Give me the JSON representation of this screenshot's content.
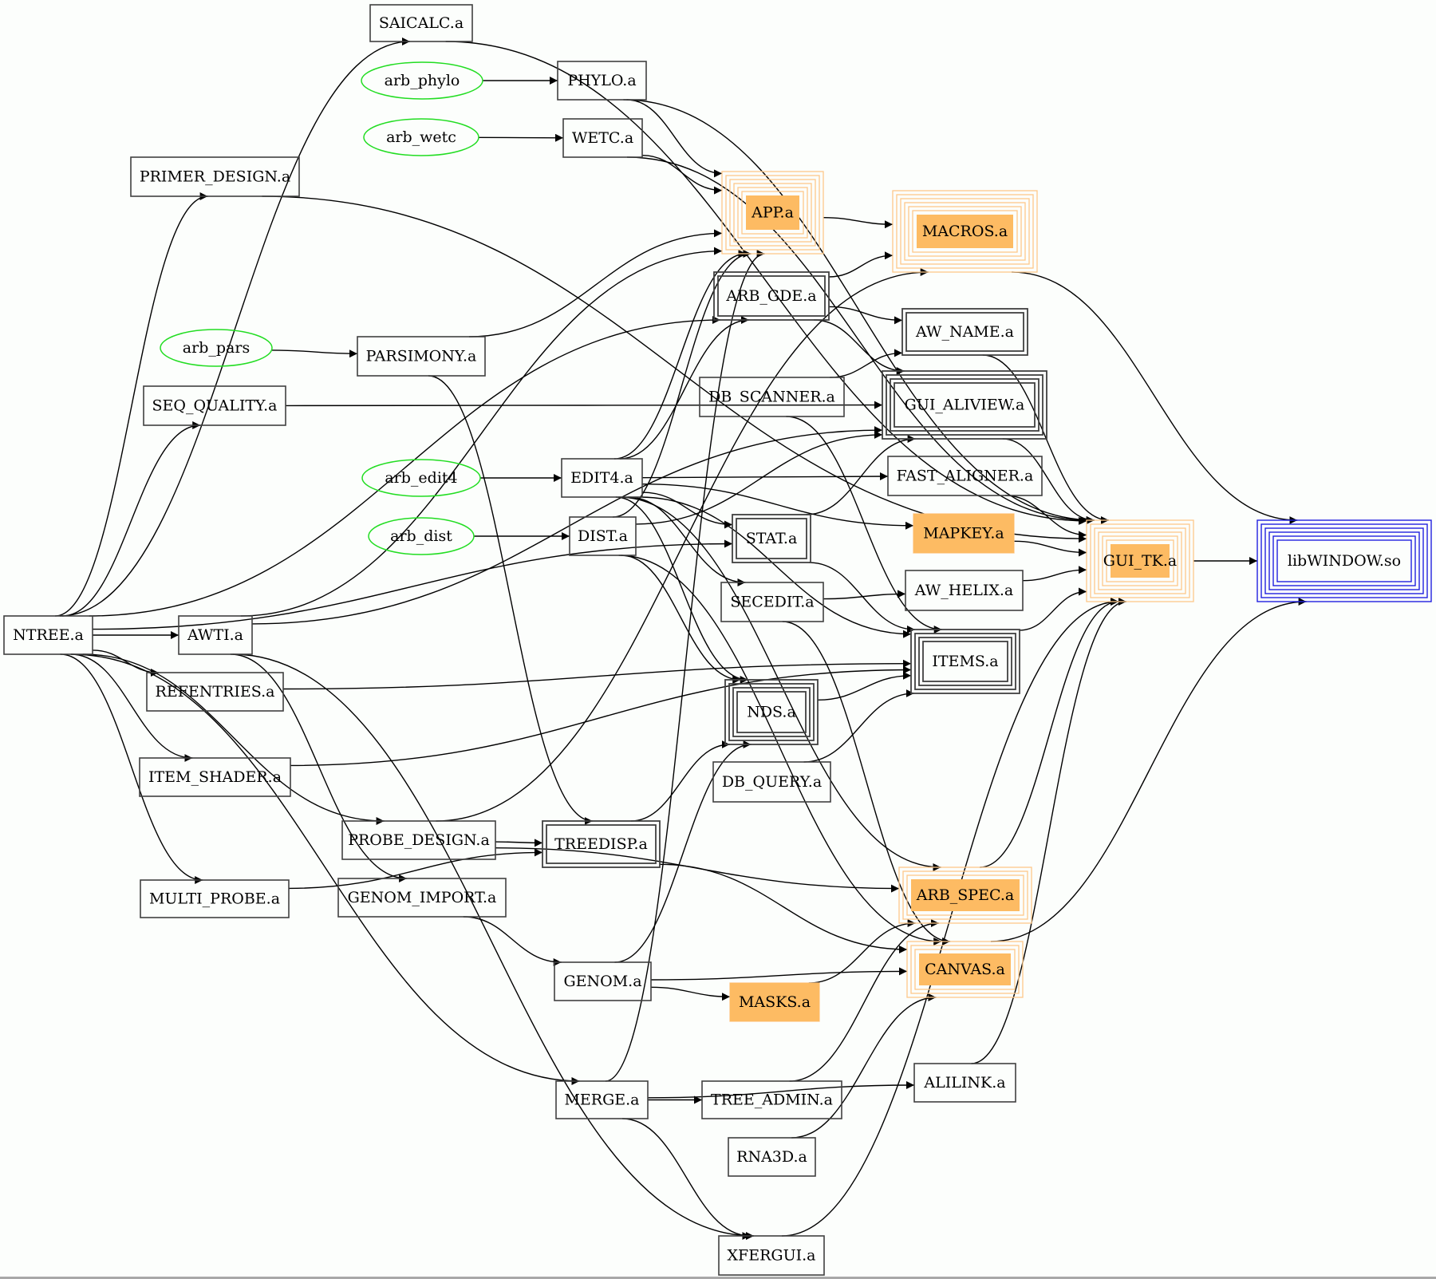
{
  "graph": {
    "title": "ARB library dependency graph",
    "colors": {
      "background": "#fcfefc",
      "edge": "#000000",
      "box_border": "#404040",
      "entry_ellipse": "#22dd22",
      "orange_fill": "#fdbb63",
      "orange_border": "#fdbb63",
      "blue_border": "#2020e0"
    },
    "nodes": [
      {
        "id": "SAICALC",
        "label": "SAICALC.a",
        "kind": "box",
        "rings": 1
      },
      {
        "id": "arb_phylo",
        "label": "arb_phylo",
        "kind": "entry"
      },
      {
        "id": "PHYLO",
        "label": "PHYLO.a",
        "kind": "box",
        "rings": 1
      },
      {
        "id": "arb_wetc",
        "label": "arb_wetc",
        "kind": "entry"
      },
      {
        "id": "WETC",
        "label": "WETC.a",
        "kind": "box",
        "rings": 1
      },
      {
        "id": "PRIMER_DESIGN",
        "label": "PRIMER_DESIGN.a",
        "kind": "box",
        "rings": 1
      },
      {
        "id": "APP",
        "label": "APP.a",
        "kind": "orange",
        "rings": 6
      },
      {
        "id": "MACROS",
        "label": "MACROS.a",
        "kind": "orange",
        "rings": 6
      },
      {
        "id": "ARB_GDE",
        "label": "ARB_GDE.a",
        "kind": "box",
        "rings": 2
      },
      {
        "id": "AW_NAME",
        "label": "AW_NAME.a",
        "kind": "box",
        "rings": 2
      },
      {
        "id": "arb_pars",
        "label": "arb_pars",
        "kind": "entry"
      },
      {
        "id": "PARSIMONY",
        "label": "PARSIMONY.a",
        "kind": "box",
        "rings": 1
      },
      {
        "id": "SEQ_QUALITY",
        "label": "SEQ_QUALITY.a",
        "kind": "box",
        "rings": 1
      },
      {
        "id": "DB_SCANNER",
        "label": "DB_SCANNER.a",
        "kind": "box",
        "rings": 1
      },
      {
        "id": "GUI_ALIVIEW",
        "label": "GUI_ALIVIEW.a",
        "kind": "box",
        "rings": 4
      },
      {
        "id": "arb_edit4",
        "label": "arb_edit4",
        "kind": "entry"
      },
      {
        "id": "EDIT4",
        "label": "EDIT4.a",
        "kind": "box",
        "rings": 1
      },
      {
        "id": "FAST_ALIGNER",
        "label": "FAST_ALIGNER.a",
        "kind": "box",
        "rings": 1
      },
      {
        "id": "arb_dist",
        "label": "arb_dist",
        "kind": "entry"
      },
      {
        "id": "DIST",
        "label": "DIST.a",
        "kind": "box",
        "rings": 1
      },
      {
        "id": "STAT",
        "label": "STAT.a",
        "kind": "box",
        "rings": 2
      },
      {
        "id": "MAPKEY",
        "label": "MAPKEY.a",
        "kind": "orange",
        "rings": 1
      },
      {
        "id": "GUI_TK",
        "label": "GUI_TK.a",
        "kind": "orange",
        "rings": 6
      },
      {
        "id": "libWINDOW",
        "label": "libWINDOW.so",
        "kind": "blue",
        "rings": 6
      },
      {
        "id": "SECEDIT",
        "label": "SECEDIT.a",
        "kind": "box",
        "rings": 1
      },
      {
        "id": "AW_HELIX",
        "label": "AW_HELIX.a",
        "kind": "box",
        "rings": 1
      },
      {
        "id": "NTREE",
        "label": "NTREE.a",
        "kind": "box",
        "rings": 1
      },
      {
        "id": "AWTI",
        "label": "AWTI.a",
        "kind": "box",
        "rings": 1
      },
      {
        "id": "ITEMS",
        "label": "ITEMS.a",
        "kind": "box",
        "rings": 4
      },
      {
        "id": "REFENTRIES",
        "label": "REFENTRIES.a",
        "kind": "box",
        "rings": 1
      },
      {
        "id": "NDS",
        "label": "NDS.a",
        "kind": "box",
        "rings": 4
      },
      {
        "id": "DB_QUERY",
        "label": "DB_QUERY.a",
        "kind": "box",
        "rings": 1
      },
      {
        "id": "ITEM_SHADER",
        "label": "ITEM_SHADER.a",
        "kind": "box",
        "rings": 1
      },
      {
        "id": "PROBE_DESIGN",
        "label": "PROBE_DESIGN.a",
        "kind": "box",
        "rings": 1
      },
      {
        "id": "TREEDISP",
        "label": "TREEDISP.a",
        "kind": "box",
        "rings": 2
      },
      {
        "id": "ARB_SPEC",
        "label": "ARB_SPEC.a",
        "kind": "orange",
        "rings": 3
      },
      {
        "id": "MULTI_PROBE",
        "label": "MULTI_PROBE.a",
        "kind": "box",
        "rings": 1
      },
      {
        "id": "GENOM_IMPORT",
        "label": "GENOM_IMPORT.a",
        "kind": "box",
        "rings": 1
      },
      {
        "id": "CANVAS",
        "label": "CANVAS.a",
        "kind": "orange",
        "rings": 3
      },
      {
        "id": "GENOM",
        "label": "GENOM.a",
        "kind": "box",
        "rings": 1
      },
      {
        "id": "MASKS",
        "label": "MASKS.a",
        "kind": "orange",
        "rings": 1
      },
      {
        "id": "ALILINK",
        "label": "ALILINK.a",
        "kind": "box",
        "rings": 1
      },
      {
        "id": "MERGE",
        "label": "MERGE.a",
        "kind": "box",
        "rings": 1
      },
      {
        "id": "TREE_ADMIN",
        "label": "TREE_ADMIN.a",
        "kind": "box",
        "rings": 1
      },
      {
        "id": "RNA3D",
        "label": "RNA3D.a",
        "kind": "box",
        "rings": 1
      },
      {
        "id": "XFERGUI",
        "label": "XFERGUI.a",
        "kind": "box",
        "rings": 1
      }
    ],
    "edges": [
      [
        "arb_phylo",
        "PHYLO"
      ],
      [
        "arb_wetc",
        "WETC"
      ],
      [
        "arb_pars",
        "PARSIMONY"
      ],
      [
        "arb_edit4",
        "EDIT4"
      ],
      [
        "arb_dist",
        "DIST"
      ],
      [
        "NTREE",
        "SAICALC"
      ],
      [
        "NTREE",
        "PRIMER_DESIGN"
      ],
      [
        "NTREE",
        "ARB_GDE"
      ],
      [
        "NTREE",
        "SEQ_QUALITY"
      ],
      [
        "NTREE",
        "AWTI"
      ],
      [
        "NTREE",
        "REFENTRIES"
      ],
      [
        "NTREE",
        "ITEM_SHADER"
      ],
      [
        "NTREE",
        "PROBE_DESIGN"
      ],
      [
        "NTREE",
        "MULTI_PROBE"
      ],
      [
        "NTREE",
        "MERGE"
      ],
      [
        "NTREE",
        "STAT"
      ],
      [
        "SAICALC",
        "GUI_TK"
      ],
      [
        "PHYLO",
        "GUI_TK"
      ],
      [
        "PHYLO",
        "APP"
      ],
      [
        "WETC",
        "GUI_TK"
      ],
      [
        "WETC",
        "APP"
      ],
      [
        "PRIMER_DESIGN",
        "GUI_TK"
      ],
      [
        "APP",
        "MACROS"
      ],
      [
        "MACROS",
        "libWINDOW"
      ],
      [
        "ARB_GDE",
        "MACROS"
      ],
      [
        "ARB_GDE",
        "AW_NAME"
      ],
      [
        "ARB_GDE",
        "GUI_ALIVIEW"
      ],
      [
        "AW_NAME",
        "GUI_TK"
      ],
      [
        "PARSIMONY",
        "APP"
      ],
      [
        "PARSIMONY",
        "TREEDISP"
      ],
      [
        "SEQ_QUALITY",
        "GUI_ALIVIEW"
      ],
      [
        "DB_SCANNER",
        "AW_NAME"
      ],
      [
        "DB_SCANNER",
        "ITEMS"
      ],
      [
        "GUI_ALIVIEW",
        "GUI_TK"
      ],
      [
        "EDIT4",
        "APP"
      ],
      [
        "EDIT4",
        "ARB_GDE"
      ],
      [
        "EDIT4",
        "FAST_ALIGNER"
      ],
      [
        "EDIT4",
        "MAPKEY"
      ],
      [
        "EDIT4",
        "STAT"
      ],
      [
        "EDIT4",
        "SECEDIT"
      ],
      [
        "EDIT4",
        "NDS"
      ],
      [
        "EDIT4",
        "ITEMS"
      ],
      [
        "EDIT4",
        "ARB_SPEC"
      ],
      [
        "FAST_ALIGNER",
        "GUI_TK"
      ],
      [
        "DIST",
        "APP"
      ],
      [
        "DIST",
        "GUI_ALIVIEW"
      ],
      [
        "DIST",
        "NDS"
      ],
      [
        "DIST",
        "CANVAS"
      ],
      [
        "STAT",
        "GUI_ALIVIEW"
      ],
      [
        "STAT",
        "ITEMS"
      ],
      [
        "MAPKEY",
        "GUI_TK"
      ],
      [
        "GUI_TK",
        "libWINDOW"
      ],
      [
        "SECEDIT",
        "AW_HELIX"
      ],
      [
        "SECEDIT",
        "CANVAS"
      ],
      [
        "AW_HELIX",
        "GUI_TK"
      ],
      [
        "AWTI",
        "APP"
      ],
      [
        "AWTI",
        "GUI_ALIVIEW"
      ],
      [
        "AWTI",
        "GENOM_IMPORT"
      ],
      [
        "AWTI",
        "XFERGUI"
      ],
      [
        "ITEMS",
        "GUI_TK"
      ],
      [
        "REFENTRIES",
        "ITEMS"
      ],
      [
        "NDS",
        "ITEMS"
      ],
      [
        "DB_QUERY",
        "ITEMS"
      ],
      [
        "ITEM_SHADER",
        "ITEMS"
      ],
      [
        "PROBE_DESIGN",
        "TREEDISP"
      ],
      [
        "PROBE_DESIGN",
        "MACROS"
      ],
      [
        "PROBE_DESIGN",
        "ARB_SPEC"
      ],
      [
        "TREEDISP",
        "NDS"
      ],
      [
        "TREEDISP",
        "CANVAS"
      ],
      [
        "ARB_SPEC",
        "GUI_TK"
      ],
      [
        "MULTI_PROBE",
        "TREEDISP"
      ],
      [
        "GENOM_IMPORT",
        "GENOM"
      ],
      [
        "CANVAS",
        "libWINDOW"
      ],
      [
        "GENOM",
        "MASKS"
      ],
      [
        "GENOM",
        "CANVAS"
      ],
      [
        "GENOM",
        "NDS"
      ],
      [
        "MASKS",
        "ARB_SPEC"
      ],
      [
        "ALILINK",
        "GUI_TK"
      ],
      [
        "MERGE",
        "TREE_ADMIN"
      ],
      [
        "MERGE",
        "XFERGUI"
      ],
      [
        "MERGE",
        "ALILINK"
      ],
      [
        "MERGE",
        "APP"
      ],
      [
        "TREE_ADMIN",
        "ARB_SPEC"
      ],
      [
        "RNA3D",
        "CANVAS"
      ],
      [
        "XFERGUI",
        "GUI_TK"
      ]
    ]
  }
}
